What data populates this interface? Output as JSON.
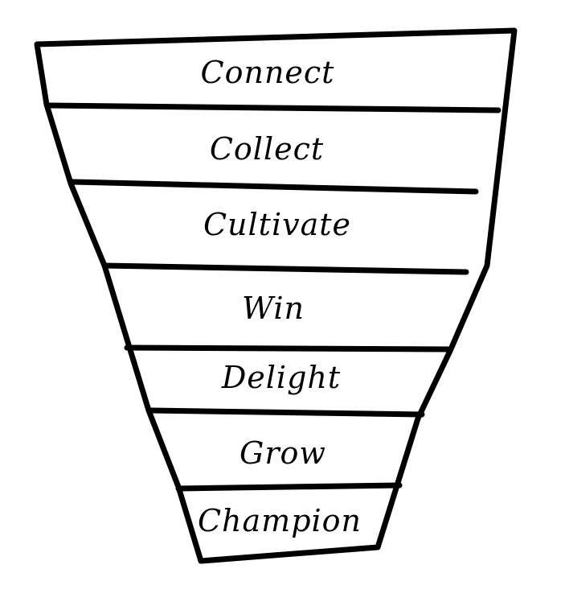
{
  "diagram": {
    "stages": [
      {
        "label": "Connect"
      },
      {
        "label": "Collect"
      },
      {
        "label": "Cultivate"
      },
      {
        "label": "Win"
      },
      {
        "label": "Delight"
      },
      {
        "label": "Grow"
      },
      {
        "label": "Champion"
      }
    ],
    "line_color": "#000000",
    "background_color": "#ffffff"
  }
}
